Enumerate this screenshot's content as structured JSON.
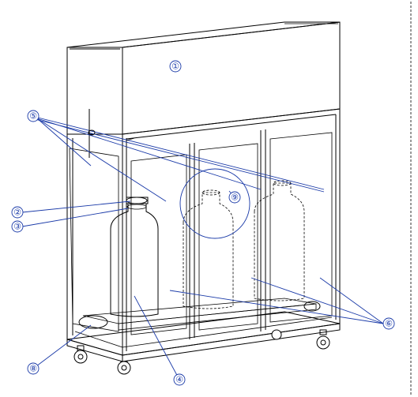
{
  "callouts": [
    {
      "id": "1",
      "label": "①"
    },
    {
      "id": "2",
      "label": "②"
    },
    {
      "id": "3",
      "label": "③"
    },
    {
      "id": "4",
      "label": "④"
    },
    {
      "id": "5",
      "label": "⑤"
    },
    {
      "id": "6",
      "label": "⑥"
    },
    {
      "id": "8",
      "label": "⑧"
    },
    {
      "id": "9",
      "label": "⑨"
    }
  ],
  "colors": {
    "line": "#000000",
    "leader": "#1a3aa8",
    "background": "#ffffff"
  }
}
